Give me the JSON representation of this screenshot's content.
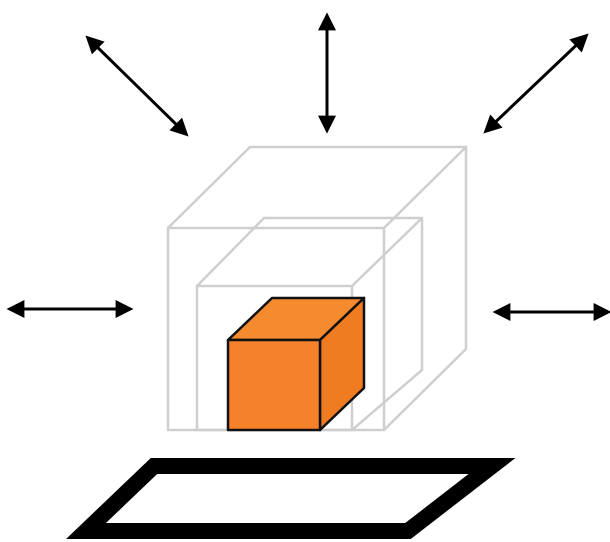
{
  "colors": {
    "background": "#ffffff",
    "cube_front": "#f5812a",
    "cube_top": "#f58a2e",
    "cube_side": "#f07c22",
    "cube_outline": "#111111",
    "wire_outline": "#cfcfcf",
    "arrow": "#000000",
    "base_plate": "#000000"
  },
  "icons": {
    "arrows": [
      "double-headed-arrow",
      "double-headed-arrow",
      "double-headed-arrow",
      "double-headed-arrow",
      "double-headed-arrow"
    ]
  }
}
